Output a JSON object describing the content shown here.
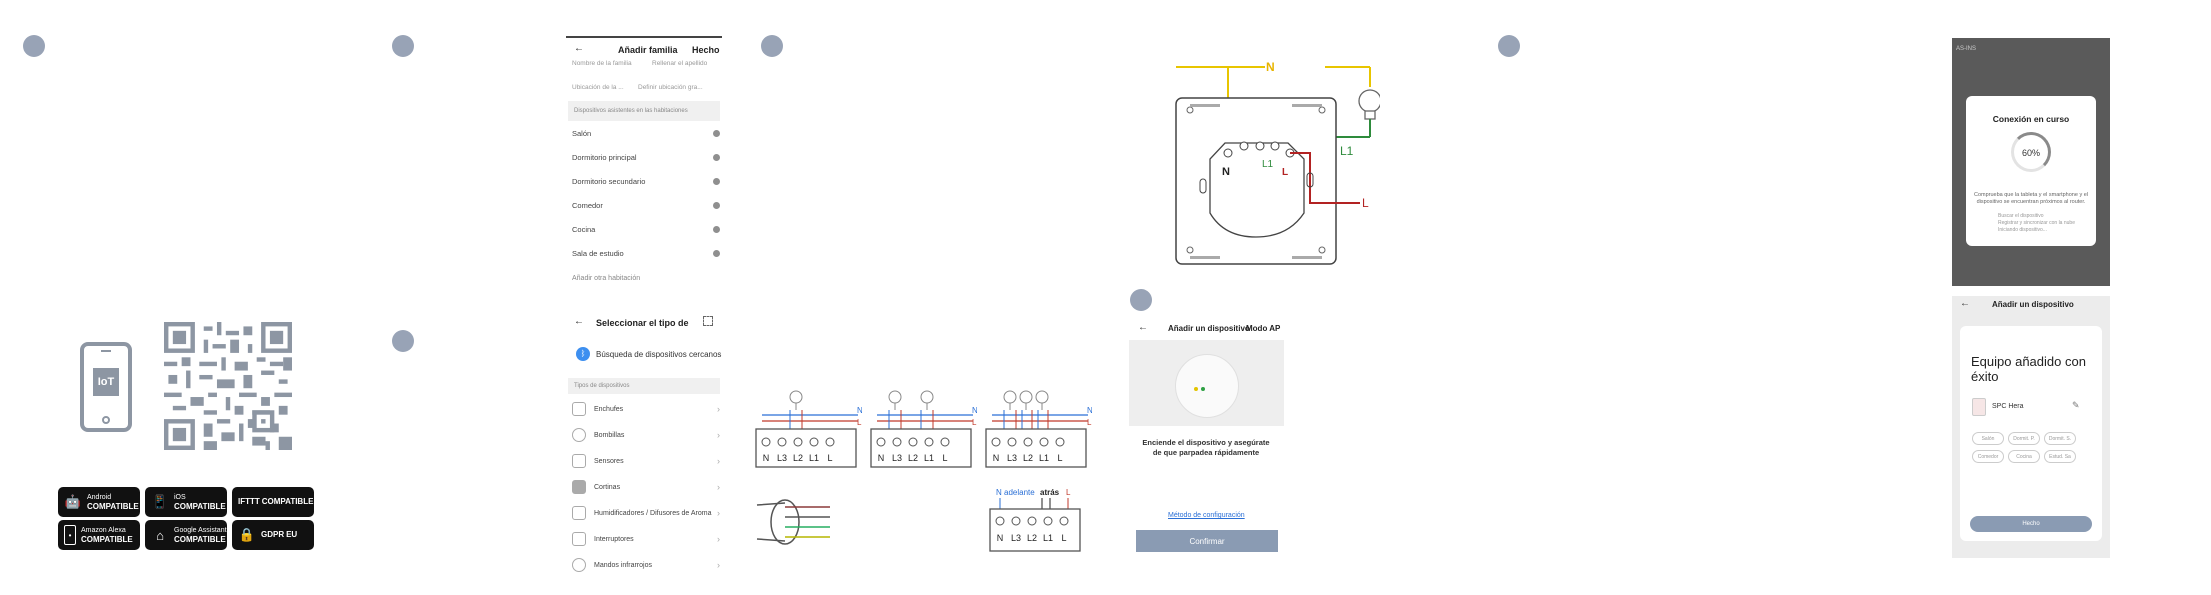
{
  "markers": [
    "",
    "",
    "",
    "",
    "",
    "",
    ""
  ],
  "compat": {
    "phone_tile": "IoT",
    "badges": [
      {
        "top": "Android",
        "bottom": "COMPATIBLE",
        "icon": "android-icon"
      },
      {
        "top": "iOS",
        "bottom": "COMPATIBLE",
        "icon": "apple-phone-icon"
      },
      {
        "top": "IFTTT",
        "bottom": "COMPATIBLE",
        "icon": ""
      },
      {
        "top": "Amazon Alexa",
        "bottom": "COMPATIBLE",
        "icon": "alexa-icon"
      },
      {
        "top": "Google Assistant",
        "bottom": "COMPATIBLE",
        "icon": "google-home-icon"
      },
      {
        "top": "GDPR",
        "bottom": "EU",
        "icon": "lock-icon"
      }
    ]
  },
  "family_screen": {
    "title": "Añadir familia",
    "done": "Hecho",
    "name_label": "Nombre de la familia",
    "name_placeholder": "Rellenar el apellido",
    "location_label": "Ubicación de la ...",
    "location_placeholder": "Definir ubicación gra...",
    "rooms_header": "Dispositivos asistentes en las habitaciones",
    "rooms": [
      "Salón",
      "Dormitorio principal",
      "Dormitorio secundario",
      "Comedor",
      "Cocina",
      "Sala de estudio"
    ],
    "add_room": "Añadir otra habitación"
  },
  "type_screen": {
    "title": "Seleccionar el tipo de",
    "search": "Búsqueda de dispositivos cercanos",
    "section": "Tipos de dispositivos",
    "categories": [
      "Enchufes",
      "Bombillas",
      "Sensores",
      "Cortinas",
      "Humidificadores / Difusores de Aroma",
      "Interruptores",
      "Mandos infrarrojos"
    ]
  },
  "wiring": {
    "main": {
      "n": "N",
      "l1": "L1",
      "l": "L"
    },
    "small_terminals": [
      "N",
      "L3",
      "L2",
      "L1",
      "L"
    ],
    "small_n": "N",
    "small_l": "L",
    "bottom_labels": {
      "n": "N adelante",
      "atras": "atrás",
      "l": "L"
    }
  },
  "ap_screen": {
    "title": "Añadir un dispositivo",
    "mode": "Modo AP",
    "instruction": "Enciende el dispositivo y asegúrate de que parpadea rápidamente",
    "link": "Método de configuración",
    "confirm": "Confirmar"
  },
  "progress_screen": {
    "status_bar": "AS-INS",
    "title": "Conexión en curso",
    "percent": "60%",
    "body": "Comprueba que la tableta y el smartphone y el dispositivo se encuentran próximos al router.",
    "steps": [
      "Buscar el dispositivo",
      "Registrar y sincronizar con la nube",
      "Iniciando dispositivo..."
    ]
  },
  "success_screen": {
    "title": "Añadir un dispositivo",
    "headline": "Equipo añadido con éxito",
    "device": "SPC Hera",
    "rooms": [
      "Salón",
      "Dormit. P.",
      "Dormit. S.",
      "Comedor",
      "Cocina",
      "Estud. Sa"
    ],
    "done": "Hecho"
  }
}
